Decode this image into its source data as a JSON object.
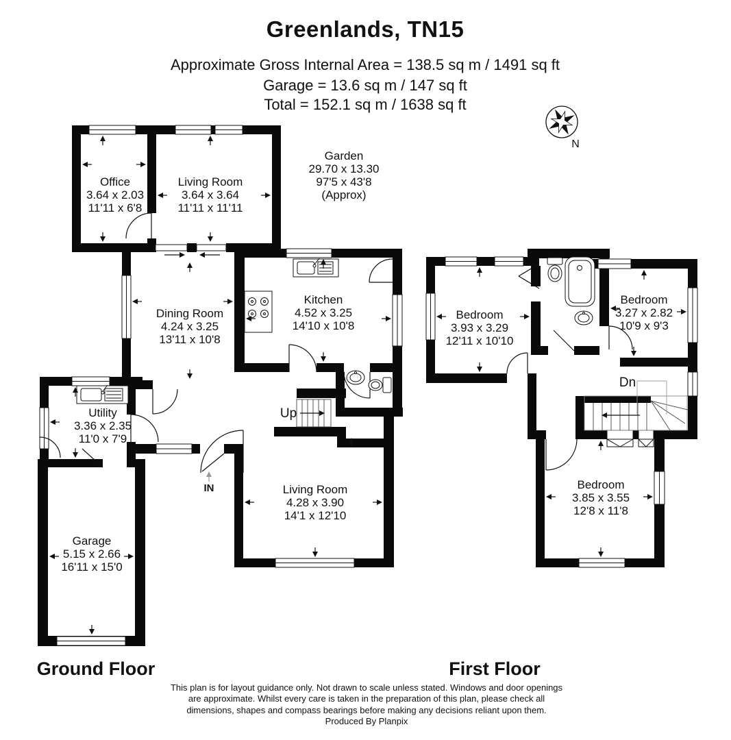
{
  "header": {
    "title": "Greenlands, TN15",
    "area_lines": [
      "Approximate Gross Internal Area = 138.5 sq m / 1491 sq ft",
      "Garage = 13.6 sq m / 147 sq ft",
      "Total = 152.1 sq m / 1638 sq ft"
    ]
  },
  "compass": {
    "north_label": "N"
  },
  "ground_floor": {
    "floor_label": "Ground Floor",
    "garden": {
      "name": "Garden",
      "metric": "29.70 x 13.30",
      "imperial": "97'5 x 43'8",
      "note": "(Approx)"
    },
    "rooms": [
      {
        "name": "Office",
        "metric": "3.64 x 2.03",
        "imperial": "11'11 x 6'8"
      },
      {
        "name": "Living Room",
        "metric": "3.64 x 3.64",
        "imperial": "11'11 x 11'11"
      },
      {
        "name": "Dining Room",
        "metric": "4.24 x 3.25",
        "imperial": "13'11 x 10'8"
      },
      {
        "name": "Kitchen",
        "metric": "4.52 x 3.25",
        "imperial": "14'10 x 10'8"
      },
      {
        "name": "Utility",
        "metric": "3.36 x 2.35",
        "imperial": "11'0 x 7'9"
      },
      {
        "name": "Garage",
        "metric": "5.15 x 2.66",
        "imperial": "16'11 x 15'0"
      },
      {
        "name": "Living Room",
        "metric": "4.28 x 3.90",
        "imperial": "14'1 x 12'10"
      }
    ],
    "stairs_label": "Up",
    "entrance_label": "IN"
  },
  "first_floor": {
    "floor_label": "First Floor",
    "rooms": [
      {
        "name": "Bedroom",
        "metric": "3.93 x 3.29",
        "imperial": "12'11 x 10'10"
      },
      {
        "name": "Bedroom",
        "metric": "3.27 x 2.82",
        "imperial": "10'9 x 9'3"
      },
      {
        "name": "Bedroom",
        "metric": "3.85 x 3.55",
        "imperial": "12'8 x 11'8"
      }
    ],
    "stairs_label": "Dn"
  },
  "footer": {
    "disclaimer_lines": [
      "This plan is for layout guidance only. Not drawn to scale unless stated. Windows and door openings",
      "are approximate. Whilst every care is taken in the preparation of this plan, please check all",
      "dimensions, shapes and compass bearings before making any decisions reliant upon them."
    ],
    "credit": "Produced By Planpix"
  }
}
